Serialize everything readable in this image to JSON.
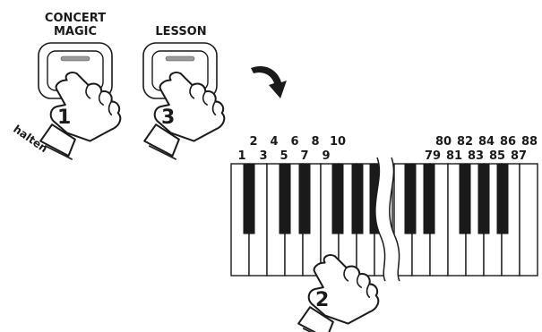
{
  "buttons": {
    "concert_magic": {
      "label_line1": "CONCERT",
      "label_line2": "MAGIC",
      "finger": "1"
    },
    "lesson": {
      "label": "LESSON",
      "finger": "3"
    }
  },
  "hold_label": "halten",
  "keyboard": {
    "finger": "2",
    "left_numbers_top": [
      "2",
      "4",
      "6",
      "8",
      "10"
    ],
    "left_numbers_bottom": [
      "1",
      "3",
      "5",
      "7",
      "9"
    ],
    "right_numbers_top": [
      "80",
      "82",
      "84",
      "86",
      "88"
    ],
    "right_numbers_bottom": [
      "79",
      "81",
      "83",
      "85",
      "87"
    ]
  },
  "colors": {
    "ink": "#1a1a1a",
    "led": "#9a9a9a",
    "background": "#ffffff"
  },
  "icons": [
    "curved-arrow-icon",
    "pressing-hand-icon"
  ]
}
